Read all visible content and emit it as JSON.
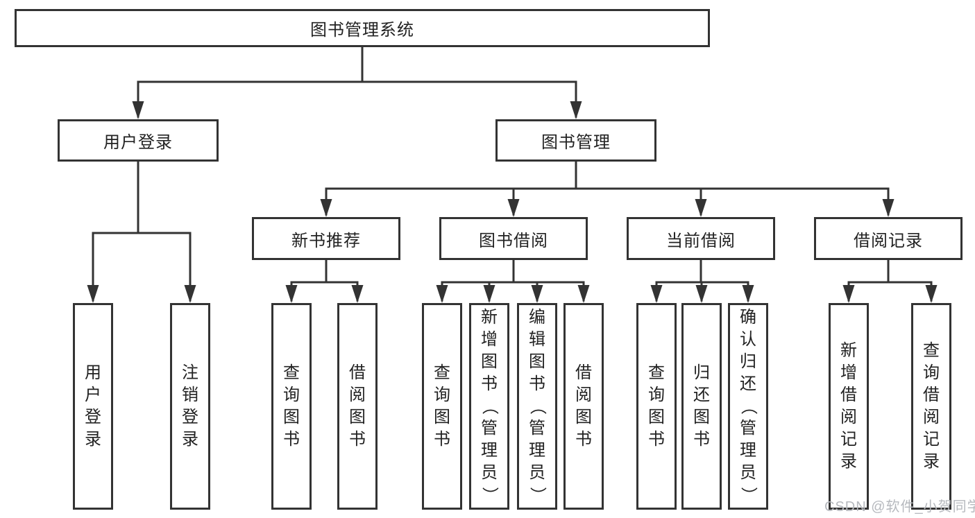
{
  "diagram": {
    "title": "图书管理系统",
    "level2": [
      {
        "id": "user-login",
        "label": "用户登录"
      },
      {
        "id": "book-management",
        "label": "图书管理"
      }
    ],
    "level3": [
      {
        "id": "new-book-recommend",
        "label": "新书推荐"
      },
      {
        "id": "book-borrowing",
        "label": "图书借阅"
      },
      {
        "id": "current-borrowing",
        "label": "当前借阅"
      },
      {
        "id": "borrowing-records",
        "label": "借阅记录"
      }
    ],
    "leaves": {
      "user_login": [
        "用户登录",
        "注销登录"
      ],
      "new_book_recommend": [
        "查询图书",
        "借阅图书"
      ],
      "book_borrowing": [
        "查询图书",
        "新增图书（管理员）",
        "编辑图书（管理员）",
        "借阅图书"
      ],
      "current_borrowing": [
        "查询图书",
        "归还图书",
        "确认归还（管理员）"
      ],
      "borrowing_records": [
        "新增借阅记录",
        "查询借阅记录"
      ]
    }
  },
  "watermark": "CSDN @软件_小贺同学",
  "colors": {
    "line": "#333333",
    "text": "#222222",
    "background": "#ffffff",
    "watermark": "#b6b9be"
  }
}
